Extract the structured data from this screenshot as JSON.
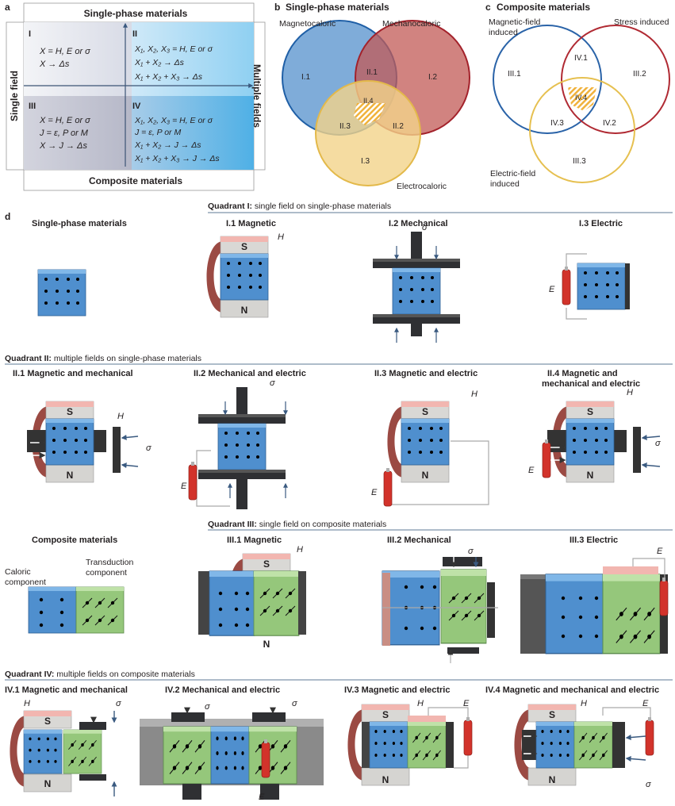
{
  "panel_a": {
    "letter": "a",
    "top": "Single-phase materials",
    "bottom": "Composite materials",
    "left": "Single field",
    "right": "Multiple fields",
    "q1": {
      "num": "I",
      "l1": "X = H, E or σ",
      "l2": "X → Δs"
    },
    "q2": {
      "num": "II",
      "l1": "X₁, X₂, X₃ = H, E or σ",
      "l2": "X₁ + X₂ → Δs",
      "l3": "X₁ + X₂ + X₃ → Δs"
    },
    "q3": {
      "num": "III",
      "l1": "X = H, E or σ",
      "l2": "J = ε, P or M",
      "l3": "X → J → Δs"
    },
    "q4": {
      "num": "IV",
      "l1": "X₁, X₂, X₃ = H, E or σ",
      "l2": "J = ε, P or M",
      "l3": "X₁ + X₂ → J → Δs",
      "l4": "X₁ + X₂ + X₃ → J → Δs"
    }
  },
  "panel_b": {
    "letter": "b",
    "title": "Single-phase materials",
    "mag": "Magnetocaloric",
    "mech": "Mechanocaloric",
    "elec": "Electrocaloric",
    "r1": "I.1",
    "r2": "I.2",
    "r3": "I.3",
    "r21": "II.1",
    "r22": "II.2",
    "r23": "II.3",
    "r24": "II.4"
  },
  "panel_c": {
    "letter": "c",
    "title": "Composite materials",
    "mag1": "Magnetic-field",
    "mag2": "induced",
    "stress": "Stress induced",
    "el1": "Electric-field",
    "el2": "induced",
    "r1": "III.1",
    "r2": "III.2",
    "r3": "III.3",
    "r41": "IV.1",
    "r42": "IV.2",
    "r43": "IV.3",
    "r44": "IV.4"
  },
  "panel_d": {
    "letter": "d",
    "q1_bold": "Quadrant I:",
    "q1_rest": " single field on single-phase materials",
    "q2_bold": "Quadrant II:",
    "q2_rest": " multiple fields on single-phase materials",
    "q3_bold": "Quadrant III:",
    "q3_rest": " single field on composite materials",
    "q4_bold": "Quadrant IV:",
    "q4_rest": " multiple fields on composite materials",
    "single_phase": "Single-phase materials",
    "composite": "Composite materials",
    "caloric1": "Caloric",
    "caloric2": "component",
    "trans1": "Transduction",
    "trans2": "component",
    "i1": "I.1 Magnetic",
    "i2": "I.2 Mechanical",
    "i3": "I.3 Electric",
    "ii1": "II.1 Magnetic and mechanical",
    "ii2": "II.2 Mechanical and electric",
    "ii3": "II.3 Magnetic and electric",
    "ii4a": "II.4 Magnetic and",
    "ii4b": "mechanical and electric",
    "iii1": "III.1 Magnetic",
    "iii2": "III.2 Mechanical",
    "iii3": "III.3 Electric",
    "iv1": "IV.1 Magnetic and mechanical",
    "iv2": "IV.2 Mechanical and electric",
    "iv3": "IV.3 Magnetic and electric",
    "iv4": "IV.4 Magnetic and mechanical and electric",
    "S": "S",
    "N": "N",
    "H": "H",
    "sigma": "σ",
    "E": "E"
  }
}
